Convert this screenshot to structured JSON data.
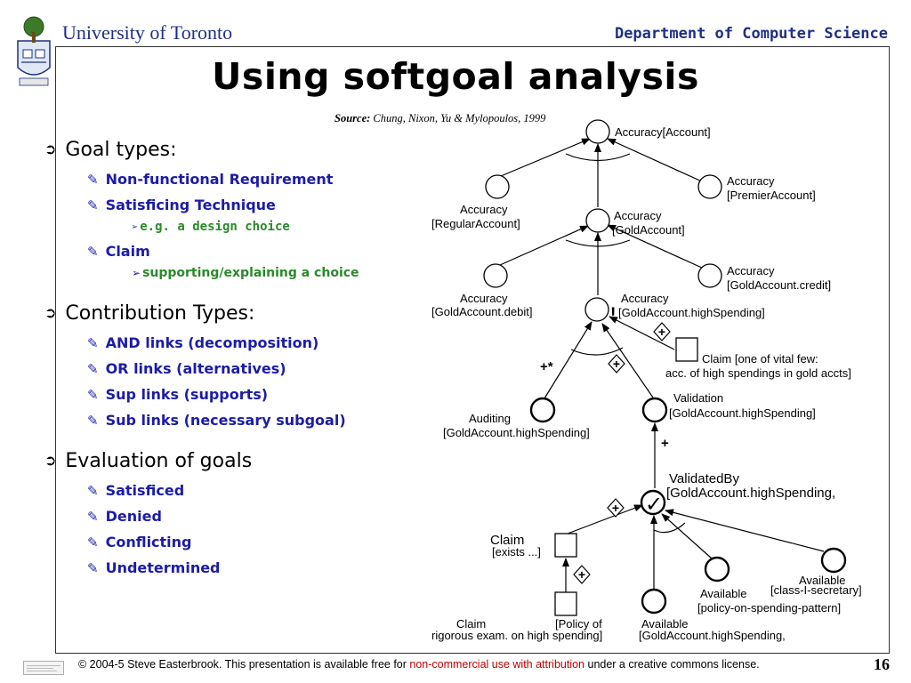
{
  "header": {
    "university": "University of Toronto",
    "department": "Department of Computer Science"
  },
  "title": "Using softgoal analysis",
  "source": {
    "label": "Source:",
    "citation": "Chung, Nixon, Yu & Mylopoulos, 1999"
  },
  "bullets": [
    {
      "text": "Goal types:",
      "children": [
        {
          "text": "Non-functional Requirement"
        },
        {
          "text": "Satisficing Technique",
          "children": [
            "e.g. a design choice"
          ]
        },
        {
          "text": "Claim",
          "children": [
            "supporting/explaining a choice"
          ]
        }
      ]
    },
    {
      "text": "Contribution Types:",
      "children": [
        {
          "text": "AND links (decomposition)"
        },
        {
          "text": "OR links (alternatives)"
        },
        {
          "text": "Sup links (supports)"
        },
        {
          "text": "Sub links (necessary subgoal)"
        }
      ]
    },
    {
      "text": "Evaluation of goals",
      "children": [
        {
          "text": "Satisficed"
        },
        {
          "text": "Denied"
        },
        {
          "text": "Conflicting"
        },
        {
          "text": "Undetermined"
        }
      ]
    }
  ],
  "diagram": {
    "labels": {
      "acc_account": "Accuracy[Account]",
      "acc_premier_1": "Accuracy",
      "acc_premier_2": "[PremierAccount]",
      "acc_regular_1": "Accuracy",
      "acc_regular_2": "[RegularAccount]",
      "acc_gold_1": "Accuracy",
      "acc_gold_2": "[GoldAccount]",
      "acc_credit_1": "Accuracy",
      "acc_credit_2": "[GoldAccount.credit]",
      "acc_debit_1": "Accuracy",
      "acc_debit_2": "[GoldAccount.debit]",
      "acc_high_1": "Accuracy",
      "acc_high_2": "[GoldAccount.highSpending]",
      "priority": "!",
      "claim_vital_1": "Claim [one of vital few:",
      "claim_vital_2": "acc. of high spendings in gold accts]",
      "plus_star": "+*",
      "plus": "+",
      "auditing_1": "Auditing",
      "auditing_2": "[GoldAccount.highSpending]",
      "validation_1": "Validation",
      "validation_2": "[GoldAccount.highSpending]",
      "validatedby_1": "ValidatedBy",
      "validatedby_2": "[GoldAccount.highSpending,",
      "check": "✓",
      "claim_exists_1": "Claim",
      "claim_exists_2": "[exists ...]",
      "claim_rigorous_1": "Claim",
      "claim_rigorous_2": "rigorous exam. on high spending]",
      "policy_1": "[Policy of",
      "available_gold_1": "Available",
      "available_gold_2": "[GoldAccount.highSpending,",
      "available_policy_1": "Available",
      "available_policy_2": "[policy-on-spending-pattern]",
      "available_class_1": "Available",
      "available_class_2": "[class-I-secretary]"
    }
  },
  "footer": {
    "text_before": "© 2004-5 Steve Easterbrook. This presentation is available free for ",
    "link": "non-commercial use with attribution",
    "text_after": " under a creative commons license.",
    "page": "16"
  },
  "colors": {
    "heading_blue": "#1f2f86",
    "bullet_blue": "#1c1ca8",
    "sub_green": "#2a8a2a",
    "link_red": "#c00000"
  },
  "icons": {
    "level1_bullet": "➲",
    "level2_bullet": "✎",
    "level3_bullet": "➢"
  }
}
